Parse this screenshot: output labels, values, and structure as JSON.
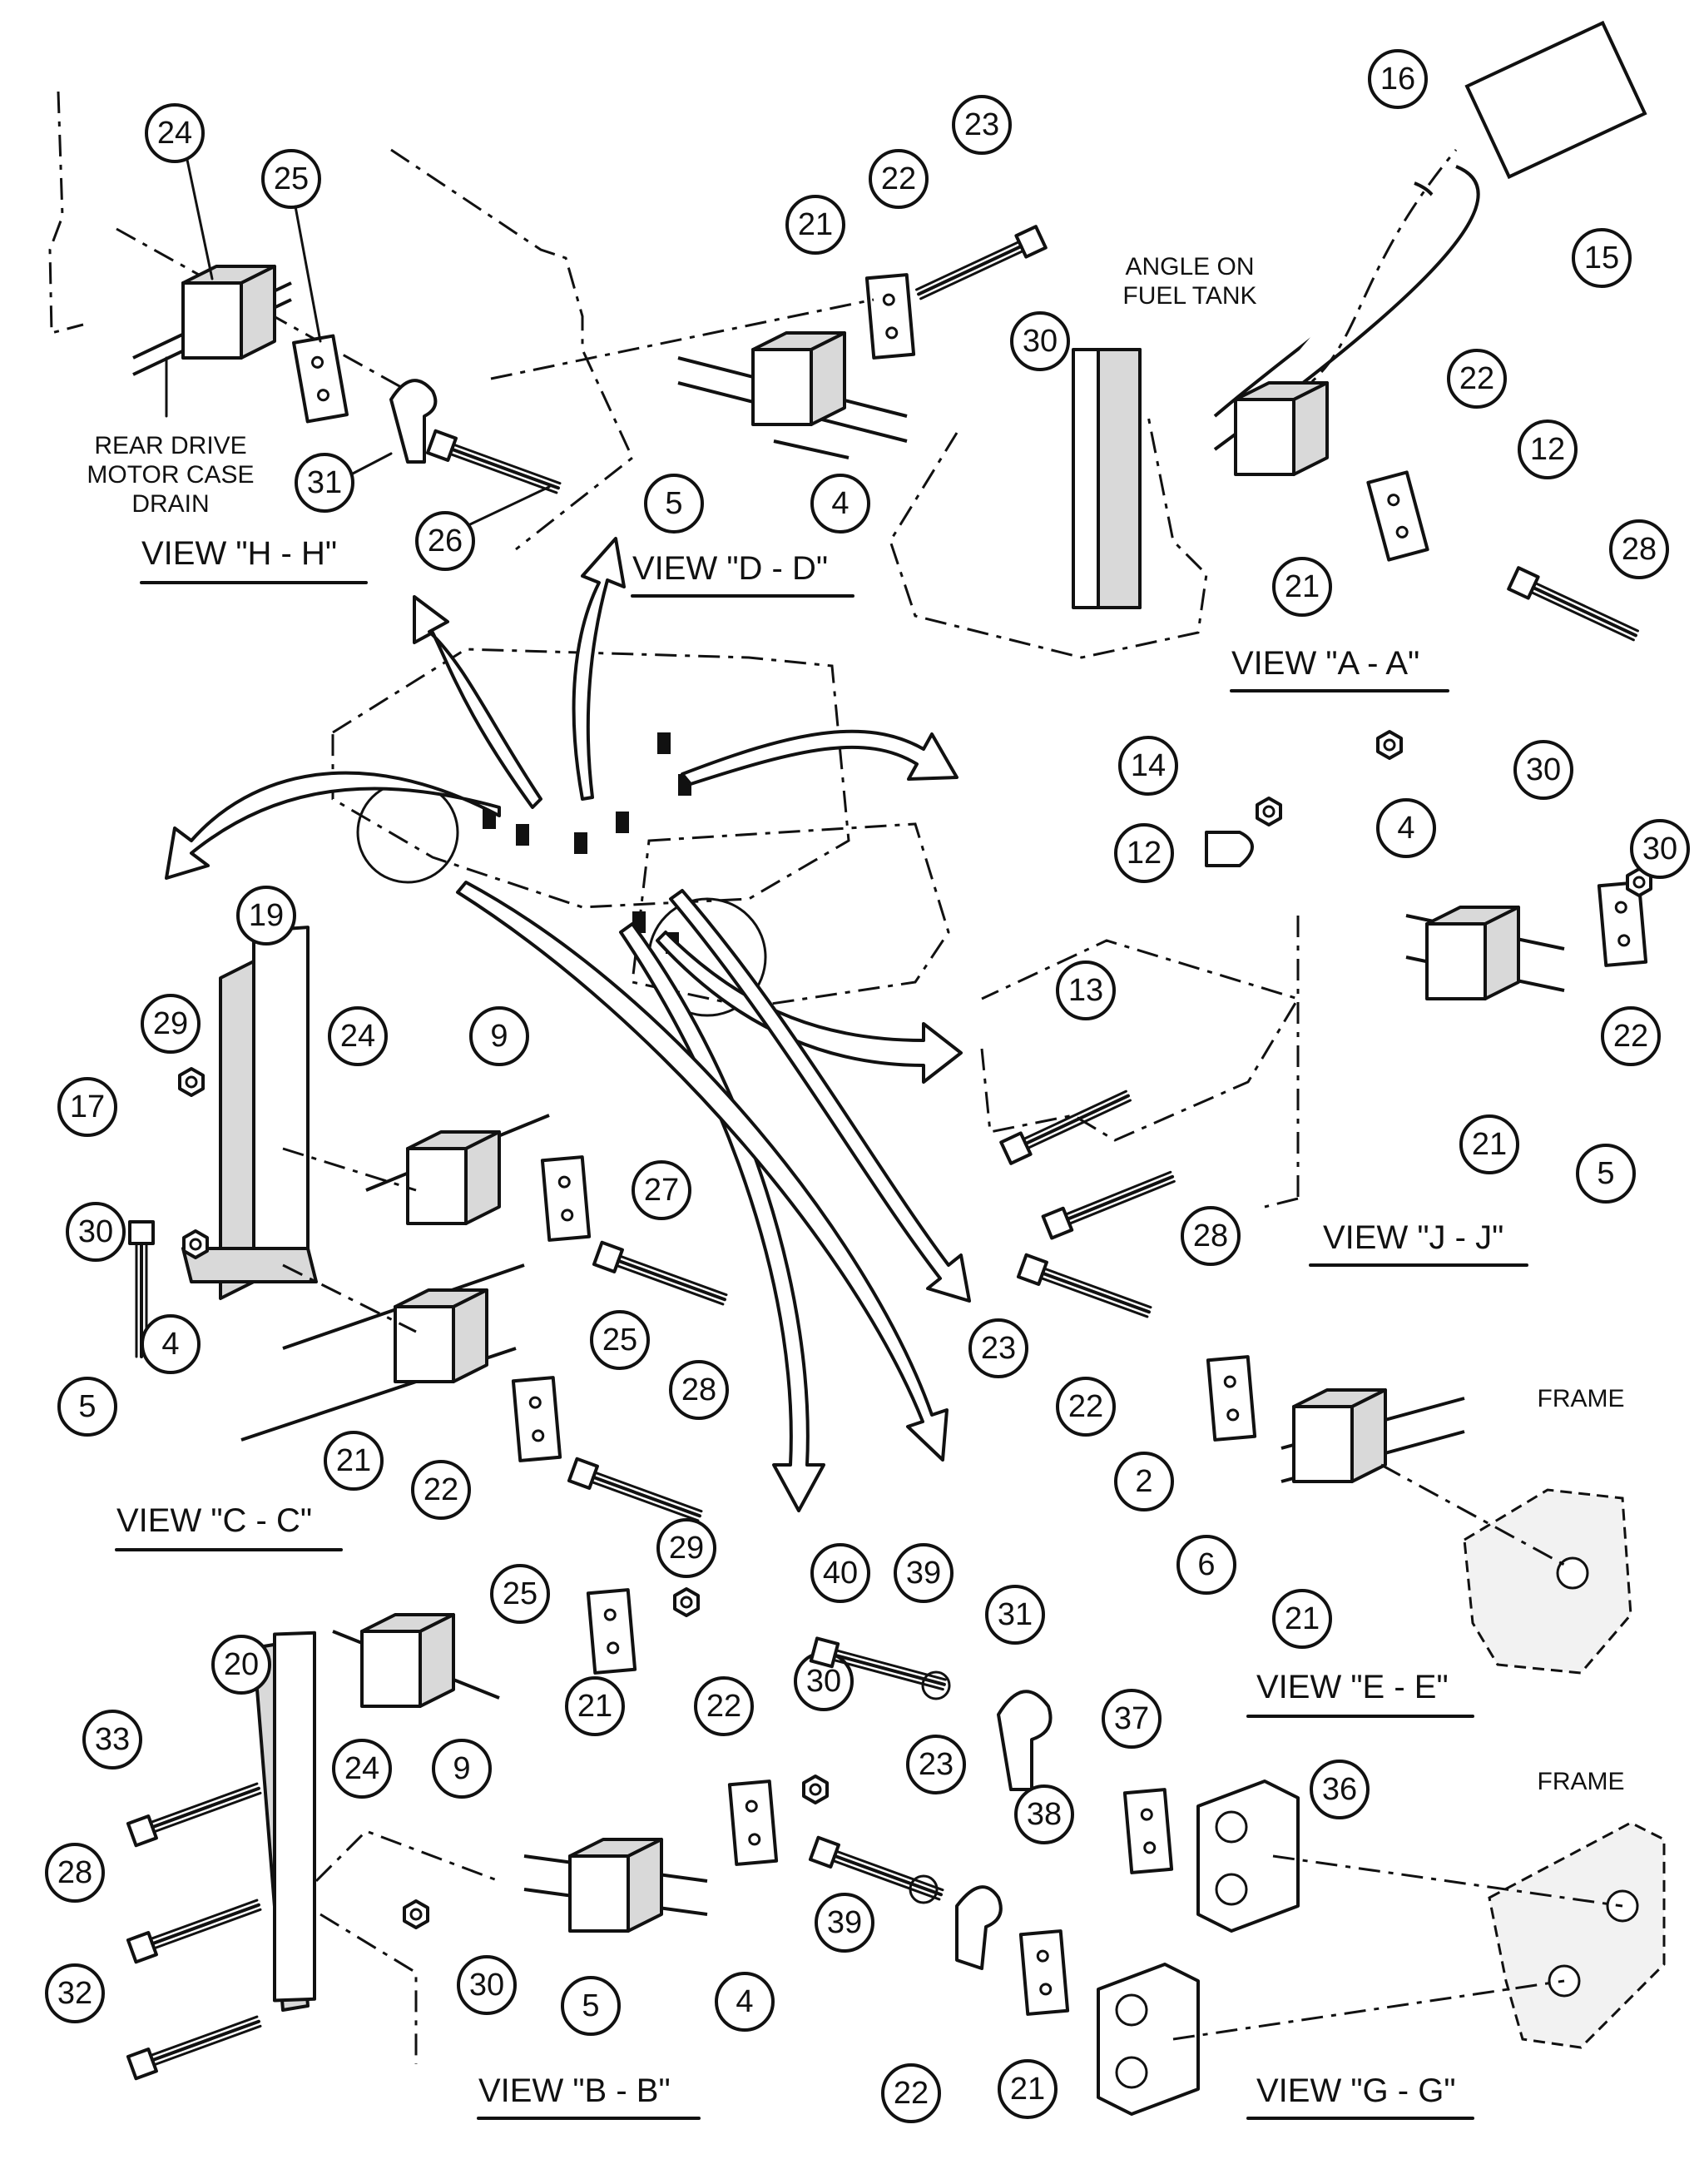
{
  "views": [
    {
      "id": "view-h-h",
      "title": "VIEW \"H - H\"",
      "balloons": [
        "24",
        "25",
        "31",
        "26"
      ],
      "note_lines": [
        "REAR DRIVE",
        "MOTOR CASE",
        "DRAIN"
      ]
    },
    {
      "id": "view-d-d",
      "title": "VIEW \"D - D\"",
      "balloons": [
        "21",
        "22",
        "23",
        "5",
        "4"
      ]
    },
    {
      "id": "view-a-a",
      "title": "VIEW \"A - A\"",
      "balloons": [
        "16",
        "15",
        "30",
        "22",
        "12",
        "28",
        "21"
      ],
      "note_lines": [
        "ANGLE ON",
        "FUEL TANK"
      ]
    },
    {
      "id": "view-j-j",
      "title": "VIEW \"J - J\"",
      "balloons": [
        "14",
        "30",
        "12",
        "30",
        "4",
        "13",
        "22",
        "21",
        "5",
        "28"
      ]
    },
    {
      "id": "view-c-c",
      "title": "VIEW \"C - C\"",
      "balloons": [
        "19",
        "29",
        "24",
        "9",
        "17",
        "27",
        "30",
        "25",
        "4",
        "28",
        "5",
        "21",
        "22"
      ]
    },
    {
      "id": "view-e-e",
      "title": "VIEW \"E - E\"",
      "balloons": [
        "23",
        "22",
        "2",
        "6",
        "21"
      ],
      "note_lines": [
        "FRAME"
      ]
    },
    {
      "id": "view-b-b",
      "title": "VIEW \"B - B\"",
      "balloons": [
        "29",
        "25",
        "20",
        "21",
        "22",
        "30",
        "33",
        "24",
        "9",
        "28",
        "30",
        "5",
        "4",
        "32"
      ]
    },
    {
      "id": "view-g-g",
      "title": "VIEW \"G - G\"",
      "balloons": [
        "40",
        "39",
        "31",
        "37",
        "23",
        "36",
        "38",
        "39",
        "22",
        "21"
      ],
      "note_lines": [
        "FRAME"
      ]
    }
  ],
  "icons": [
    "callout-balloon",
    "view-arrow",
    "clamp-block",
    "tube",
    "bolt",
    "nut",
    "clamp-plate",
    "p-clip",
    "bracket"
  ]
}
